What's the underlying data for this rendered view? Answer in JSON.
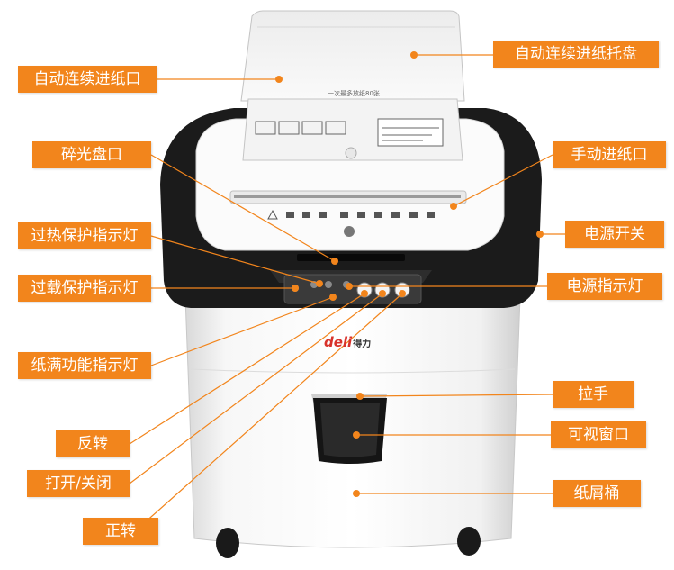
{
  "labels": {
    "auto_feed_tray": "自动连续进纸托盘",
    "auto_feed_slot": "自动连续进纸口",
    "cd_slot": "碎光盘口",
    "manual_feed_slot": "手动进纸口",
    "power_switch": "电源开关",
    "overheat_light": "过热保护指示灯",
    "overload_light": "过载保护指示灯",
    "power_light": "电源指示灯",
    "bin_full_light": "纸满功能指示灯",
    "handle": "拉手",
    "reverse": "反转",
    "window": "可视窗口",
    "on_off": "打开/关闭",
    "bin": "纸屑桶",
    "forward": "正转"
  },
  "brand": {
    "name": "deli",
    "cn": "得力"
  },
  "tray_caption": "一次最多放纸80张",
  "colors": {
    "label_bg": "#f2851c",
    "leader_line": "#f2851c",
    "brand_red": "#d8322b"
  }
}
